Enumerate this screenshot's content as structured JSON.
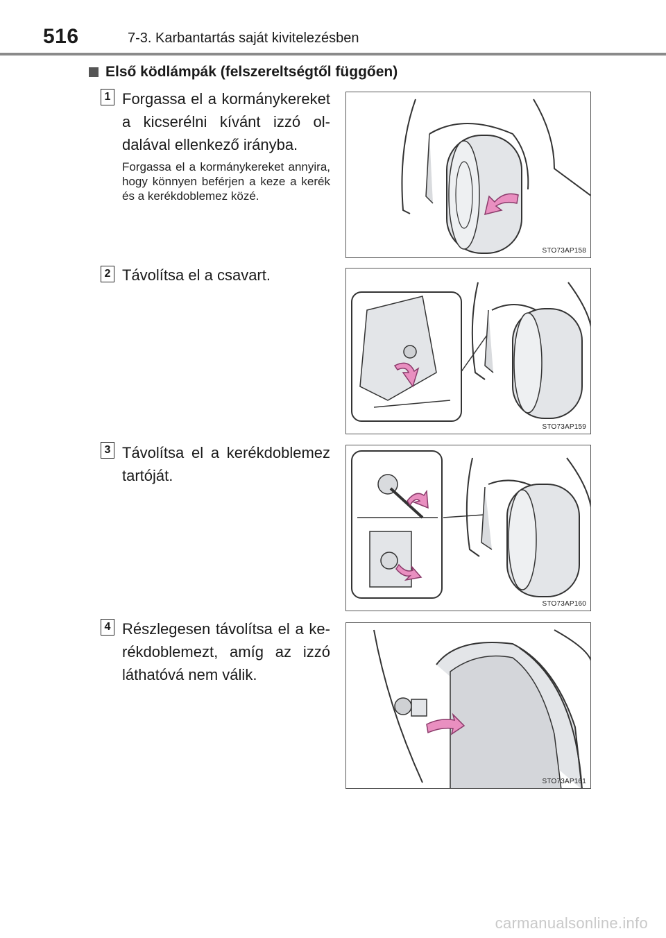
{
  "header": {
    "page_number": "516",
    "section": "7-3. Karbantartás saját kivitelezésben"
  },
  "subtitle": "Első ködlámpák (felszereltségtől függően)",
  "steps": [
    {
      "number": "1",
      "text": "Forgassa el a kormánykere­ket a kicserélni kívánt izzó ol­dalával ellenkező irányba.",
      "note": "Forgassa el a kormánykereket annyira, hogy könnyen beférjen a keze a kerék és a kerékdob­lemez közé.",
      "figure_code": "STO73AP158"
    },
    {
      "number": "2",
      "text": "Távolítsa el a csavart.",
      "note": "",
      "figure_code": "STO73AP159"
    },
    {
      "number": "3",
      "text": "Távolítsa el a kerékdoblemez tartóját.",
      "note": "",
      "figure_code": "STO73AP160"
    },
    {
      "number": "4",
      "text": "Részlegesen távolítsa el a ke­rékdoblemezt, amíg az izzó láthatóvá nem válik.",
      "note": "",
      "figure_code": "STO73AP161"
    }
  ],
  "watermark": "carmanualsonline.info",
  "colors": {
    "arrow": "#e98fc0",
    "arrow_stroke": "#8a3a6a",
    "rule": "#8a8a8a",
    "panel": "#e3e5e8"
  }
}
